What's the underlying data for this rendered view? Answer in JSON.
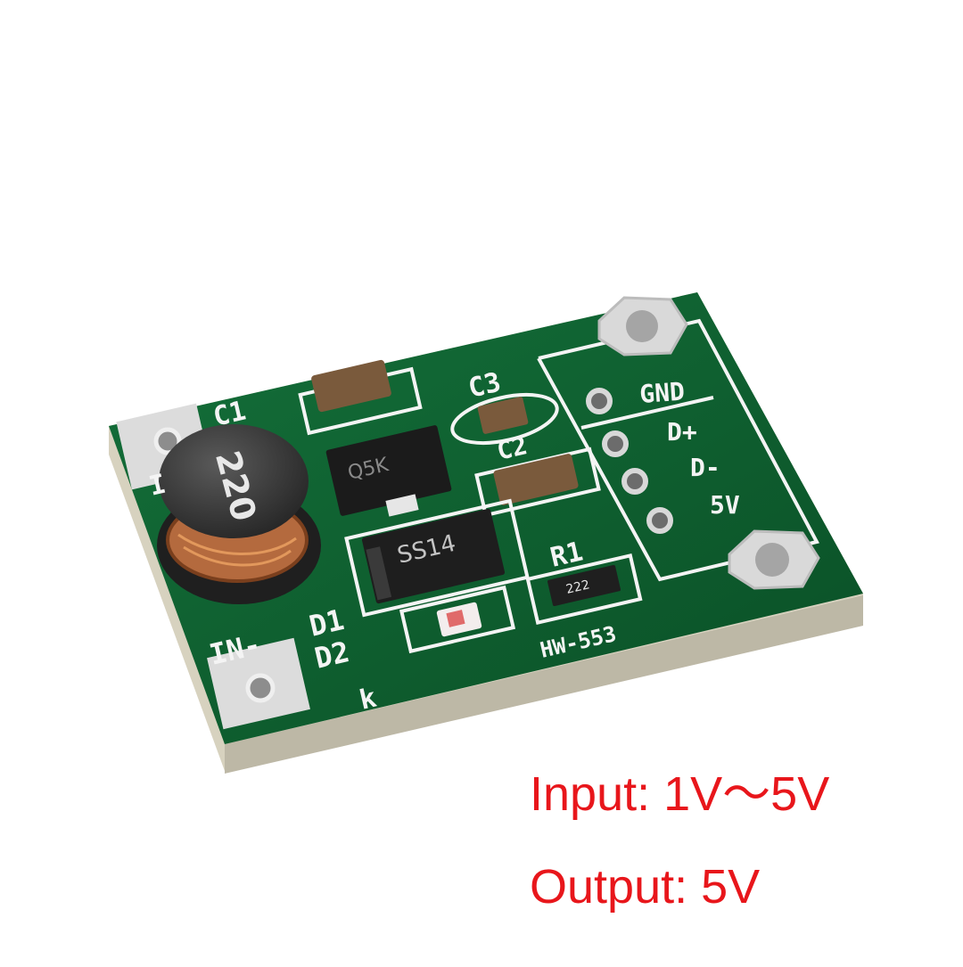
{
  "board": {
    "model": "HW-553",
    "labels": {
      "c1": "C1",
      "c2": "C2",
      "c3": "C3",
      "r1": "R1",
      "d1": "D1",
      "d2": "D2",
      "in_minus": "IN-",
      "in_plus_partial": "I",
      "k": "k",
      "gnd": "GND",
      "d_plus": "D+",
      "d_minus": "D-",
      "v5": "5V"
    },
    "components": {
      "inductor": "220",
      "chip": "Q5K",
      "diode": "SS14",
      "resistor": "222"
    }
  },
  "captions": {
    "input": "Input: 1V～5V",
    "output": "Output: 5V"
  },
  "colors": {
    "pcb_green": "#0d5d2f",
    "silkscreen": "#f4f4f4",
    "caption_red": "#e8161b"
  }
}
